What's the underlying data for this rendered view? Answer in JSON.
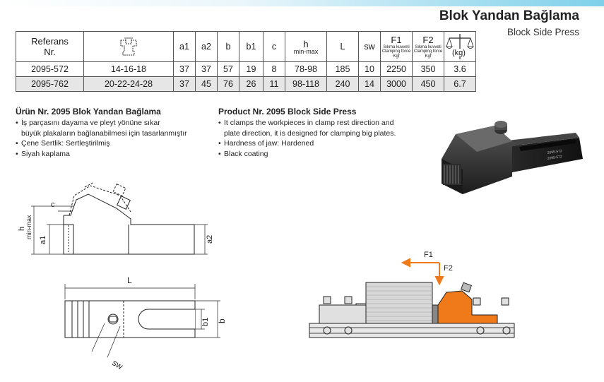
{
  "header": {
    "title": "Blok Yandan Bağlama",
    "subtitle": "Block Side Press"
  },
  "table": {
    "headers": {
      "ref_line1": "Referans",
      "ref_line2": "Nr.",
      "a1": "a1",
      "a2": "a2",
      "b": "b",
      "b1": "b1",
      "c": "c",
      "h": "h",
      "h_sub": "min-max",
      "L": "L",
      "sw": "sw",
      "F1": "F1",
      "F1_sub1": "Sıkma kuvveti",
      "F1_sub2": "Clamping force",
      "F1_unit": "Kgf",
      "F2": "F2",
      "F2_sub1": "Sıkma kuvveti",
      "F2_sub2": "Clamping force",
      "F2_unit": "Kgf",
      "weight_unit": "(kg)"
    },
    "rows": [
      {
        "ref": "2095-572",
        "slot": "14-16-18",
        "a1": "37",
        "a2": "37",
        "b": "57",
        "b1": "19",
        "c": "8",
        "h": "78-98",
        "L": "185",
        "sw": "10",
        "F1": "2250",
        "F2": "350",
        "kg": "3.6"
      },
      {
        "ref": "2095-762",
        "slot": "20-22-24-28",
        "a1": "37",
        "a2": "45",
        "b": "76",
        "b1": "26",
        "c": "11",
        "h": "98-118",
        "L": "240",
        "sw": "14",
        "F1": "3000",
        "F2": "450",
        "kg": "6.7"
      }
    ]
  },
  "tr_section": {
    "title": "Ürün Nr. 2095 Blok Yandan Bağlama",
    "items": [
      "İş parçasını dayama ve pleyt yönüne sıkar",
      "büyük plakaların bağlanabilmesi için tasarlanmıştır",
      "Çene Sertlik: Sertleştirilmiş",
      "Siyah kaplama"
    ]
  },
  "en_section": {
    "title": "Product Nr. 2095 Block Side Press",
    "items": [
      "It clamps the workpieces in clamp rest direction and",
      "plate direction, it is designed for clamping big plates.",
      "Hardness of jaw: Hardened",
      "Black coating"
    ]
  },
  "drawing_labels": {
    "h": "h",
    "min_max": "min-max",
    "a1": "a1",
    "c": "c",
    "a2": "a2",
    "L": "L",
    "b1": "b1",
    "b": "b",
    "sw": "sw",
    "F1": "F1",
    "F2": "F2"
  },
  "product_photo": {
    "engraving1": "2095-572",
    "engraving2": "2095-572"
  },
  "colors": {
    "clamp_orange": "#f07a1a",
    "table_alt_row": "#e6e6e6",
    "header_bar": "#7fd0ea"
  }
}
